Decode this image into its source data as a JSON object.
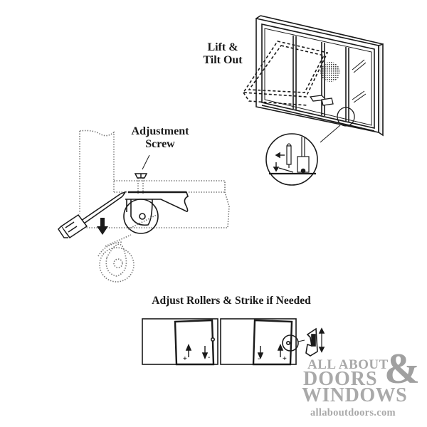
{
  "labels": {
    "lift_tilt": "Lift & Tilt Out",
    "lift_line1": "Lift &",
    "lift_line2": "Tilt Out",
    "screw_line1": "Adjustment",
    "screw_line2": "Screw",
    "adjust_caption": "Adjust Rollers & Strike if Needed"
  },
  "roller_panels": {
    "left_panel": {
      "arrows": [
        "up",
        "down"
      ],
      "signs": [
        "+",
        "-"
      ]
    },
    "right_panel": {
      "arrows": [
        "down",
        "up"
      ],
      "signs": [
        "-",
        "+"
      ]
    }
  },
  "logo": {
    "line1": "ALL ABOUT",
    "line2": "DOORS",
    "ampersand": "&",
    "line3": "WINDOWS",
    "url": "allaboutdoors.com",
    "color": "#a9a9a9"
  },
  "colors": {
    "line": "#1a1a1a",
    "dotted": "#8a8a8a",
    "background": "#ffffff"
  }
}
